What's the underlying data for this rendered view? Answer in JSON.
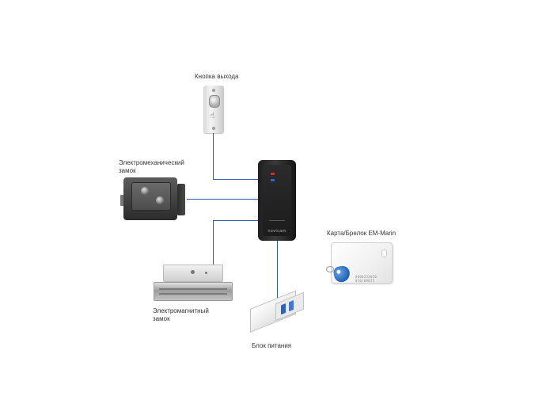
{
  "labels": {
    "exit_button": "Кнопка выхода",
    "em_lock_line1": "Электромеханический",
    "em_lock_line2": "замок",
    "mag_lock_line1": "Электромагнитный",
    "mag_lock_line2": "замок",
    "power_supply": "Блок питания",
    "card_fob": "Карта/Брелок EM-Marin"
  },
  "reader": {
    "brand": "novicam"
  },
  "card": {
    "code": "0000234020 020/09075"
  },
  "colors": {
    "wire": "#2f5fae",
    "led_red": "#e02a2a",
    "led_blue": "#2a6ae0",
    "fob": "#1f5fb5"
  },
  "icons": {
    "exit_button": "push-button-icon",
    "em_lock": "electromechanical-lock-icon",
    "reader": "rfid-reader-icon",
    "mag_lock": "magnetic-lock-icon",
    "power_supply": "power-supply-icon",
    "card": "proximity-card-icon",
    "fob": "key-fob-icon"
  }
}
